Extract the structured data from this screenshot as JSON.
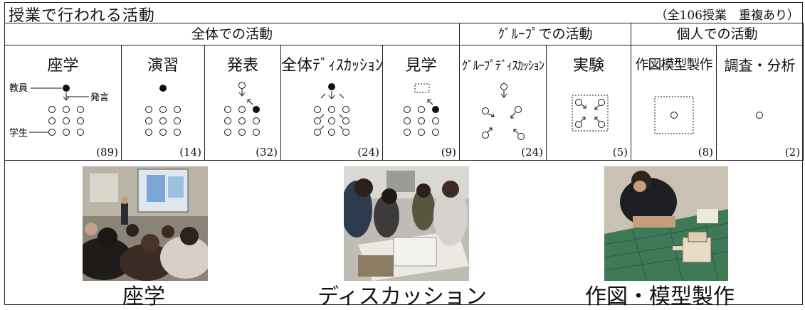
{
  "title": "授業で行われる活動",
  "note": "（全106授業　重複あり）",
  "groups": {
    "whole": "全体での活動",
    "group": "ｸﾞﾙｰﾌﾟでの活動",
    "individual": "個人での活動"
  },
  "activities": [
    {
      "name": "座学",
      "count": "(89)"
    },
    {
      "name": "演習",
      "count": "(14)"
    },
    {
      "name": "発表",
      "count": "(32)"
    },
    {
      "name": "全体ﾃﾞｨｽｶｯｼｮﾝ",
      "count": "(24)"
    },
    {
      "name": "見学",
      "count": "(9)"
    },
    {
      "name": "ｸﾞﾙｰﾌﾟﾃﾞｨｽｶｯｼｮﾝ",
      "count": "(24)"
    },
    {
      "name": "実験",
      "count": "(5)"
    },
    {
      "name": "作図模型製作",
      "count": "(8)"
    },
    {
      "name": "調査・分析",
      "count": "(2)"
    }
  ],
  "diagram_labels": {
    "teacher": "教員",
    "speak": "発言",
    "student": "学生"
  },
  "photos": [
    {
      "caption": "座学"
    },
    {
      "caption": "ディスカッション"
    },
    {
      "caption": "作図・模型製作"
    }
  ]
}
